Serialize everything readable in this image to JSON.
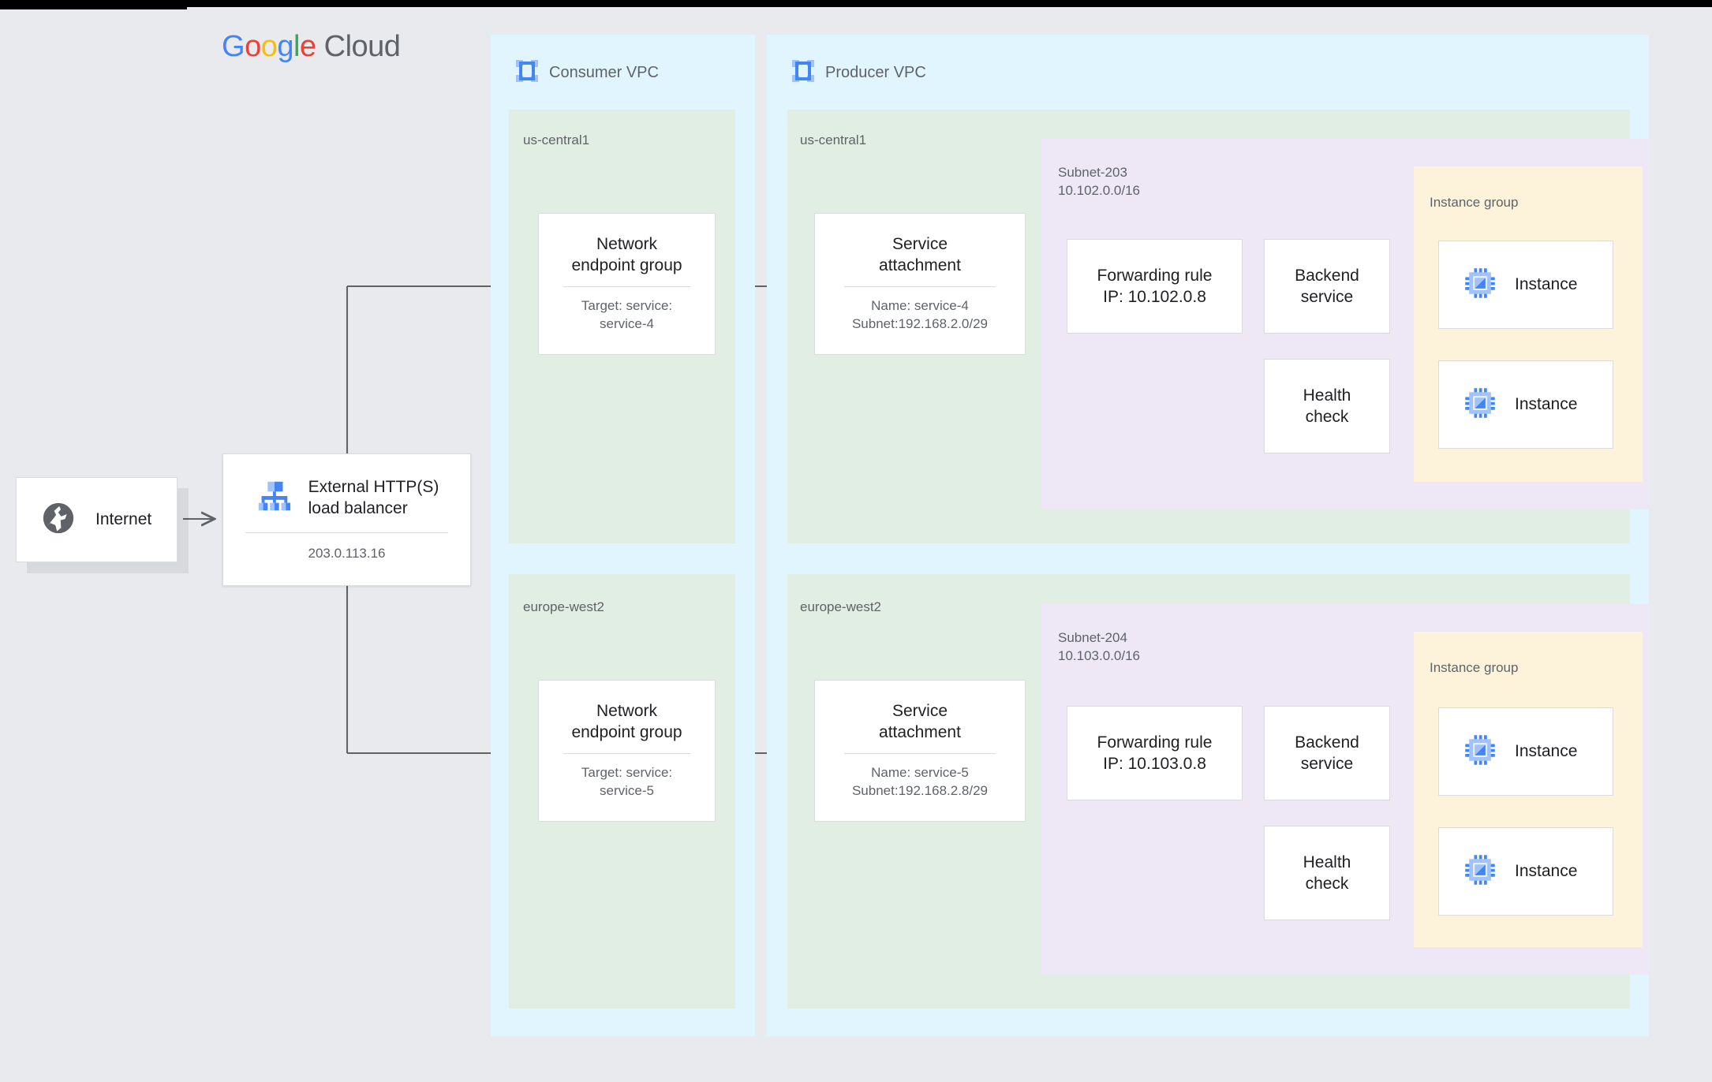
{
  "brand": {
    "google": "Google",
    "cloud": "Cloud"
  },
  "internet": {
    "label": "Internet",
    "icon": "globe-icon"
  },
  "load_balancer": {
    "title_line1": "External HTTP(S)",
    "title_line2": "load balancer",
    "ip": "203.0.113.16",
    "icon": "load-balancer-icon"
  },
  "consumer_vpc": {
    "title": "Consumer VPC",
    "icon": "vpc-icon",
    "regions": [
      {
        "name": "us-central1",
        "neg": {
          "title_line1": "Network",
          "title_line2": "endpoint group",
          "sub_line1": "Target: service:",
          "sub_line2": "service-4"
        }
      },
      {
        "name": "europe-west2",
        "neg": {
          "title_line1": "Network",
          "title_line2": "endpoint group",
          "sub_line1": "Target: service:",
          "sub_line2": "service-5"
        }
      }
    ]
  },
  "producer_vpc": {
    "title": "Producer VPC",
    "icon": "vpc-icon",
    "regions": [
      {
        "name": "us-central1",
        "service_attachment": {
          "title_line1": "Service",
          "title_line2": "attachment",
          "sub_line1": "Name: service-4",
          "sub_line2": "Subnet:192.168.2.0/29"
        },
        "subnet": {
          "name": "Subnet-203",
          "cidr": "10.102.0.0/16"
        },
        "forwarding_rule": {
          "line1": "Forwarding rule",
          "line2": "IP: 10.102.0.8"
        },
        "backend_service": {
          "line1": "Backend",
          "line2": "service"
        },
        "health_check": {
          "line1": "Health",
          "line2": "check"
        },
        "instance_group": {
          "label": "Instance group",
          "instances": [
            {
              "label": "Instance",
              "icon": "instance-chip-icon"
            },
            {
              "label": "Instance",
              "icon": "instance-chip-icon"
            }
          ]
        }
      },
      {
        "name": "europe-west2",
        "service_attachment": {
          "title_line1": "Service",
          "title_line2": "attachment",
          "sub_line1": "Name: service-5",
          "sub_line2": "Subnet:192.168.2.8/29"
        },
        "subnet": {
          "name": "Subnet-204",
          "cidr": "10.103.0.0/16"
        },
        "forwarding_rule": {
          "line1": "Forwarding rule",
          "line2": "IP: 10.103.0.8"
        },
        "backend_service": {
          "line1": "Backend",
          "line2": "service"
        },
        "health_check": {
          "line1": "Health",
          "line2": "check"
        },
        "instance_group": {
          "label": "Instance group",
          "instances": [
            {
              "label": "Instance",
              "icon": "instance-chip-icon"
            },
            {
              "label": "Instance",
              "icon": "instance-chip-icon"
            }
          ]
        }
      }
    ]
  },
  "colors": {
    "page_bg": "#E8EAED",
    "vpc_bg": "#E1F5FE",
    "region_bg": "#E1EEE3",
    "subnet_bg": "#EDE7F6",
    "instance_group_bg": "#FDF3DA",
    "card_border": "#DADCE0",
    "edge": "#5F6368",
    "accent_blue": "#4285F4",
    "accent_blue_light": "#A1C2FA",
    "text_primary": "#202124",
    "text_secondary": "#5F6368"
  }
}
